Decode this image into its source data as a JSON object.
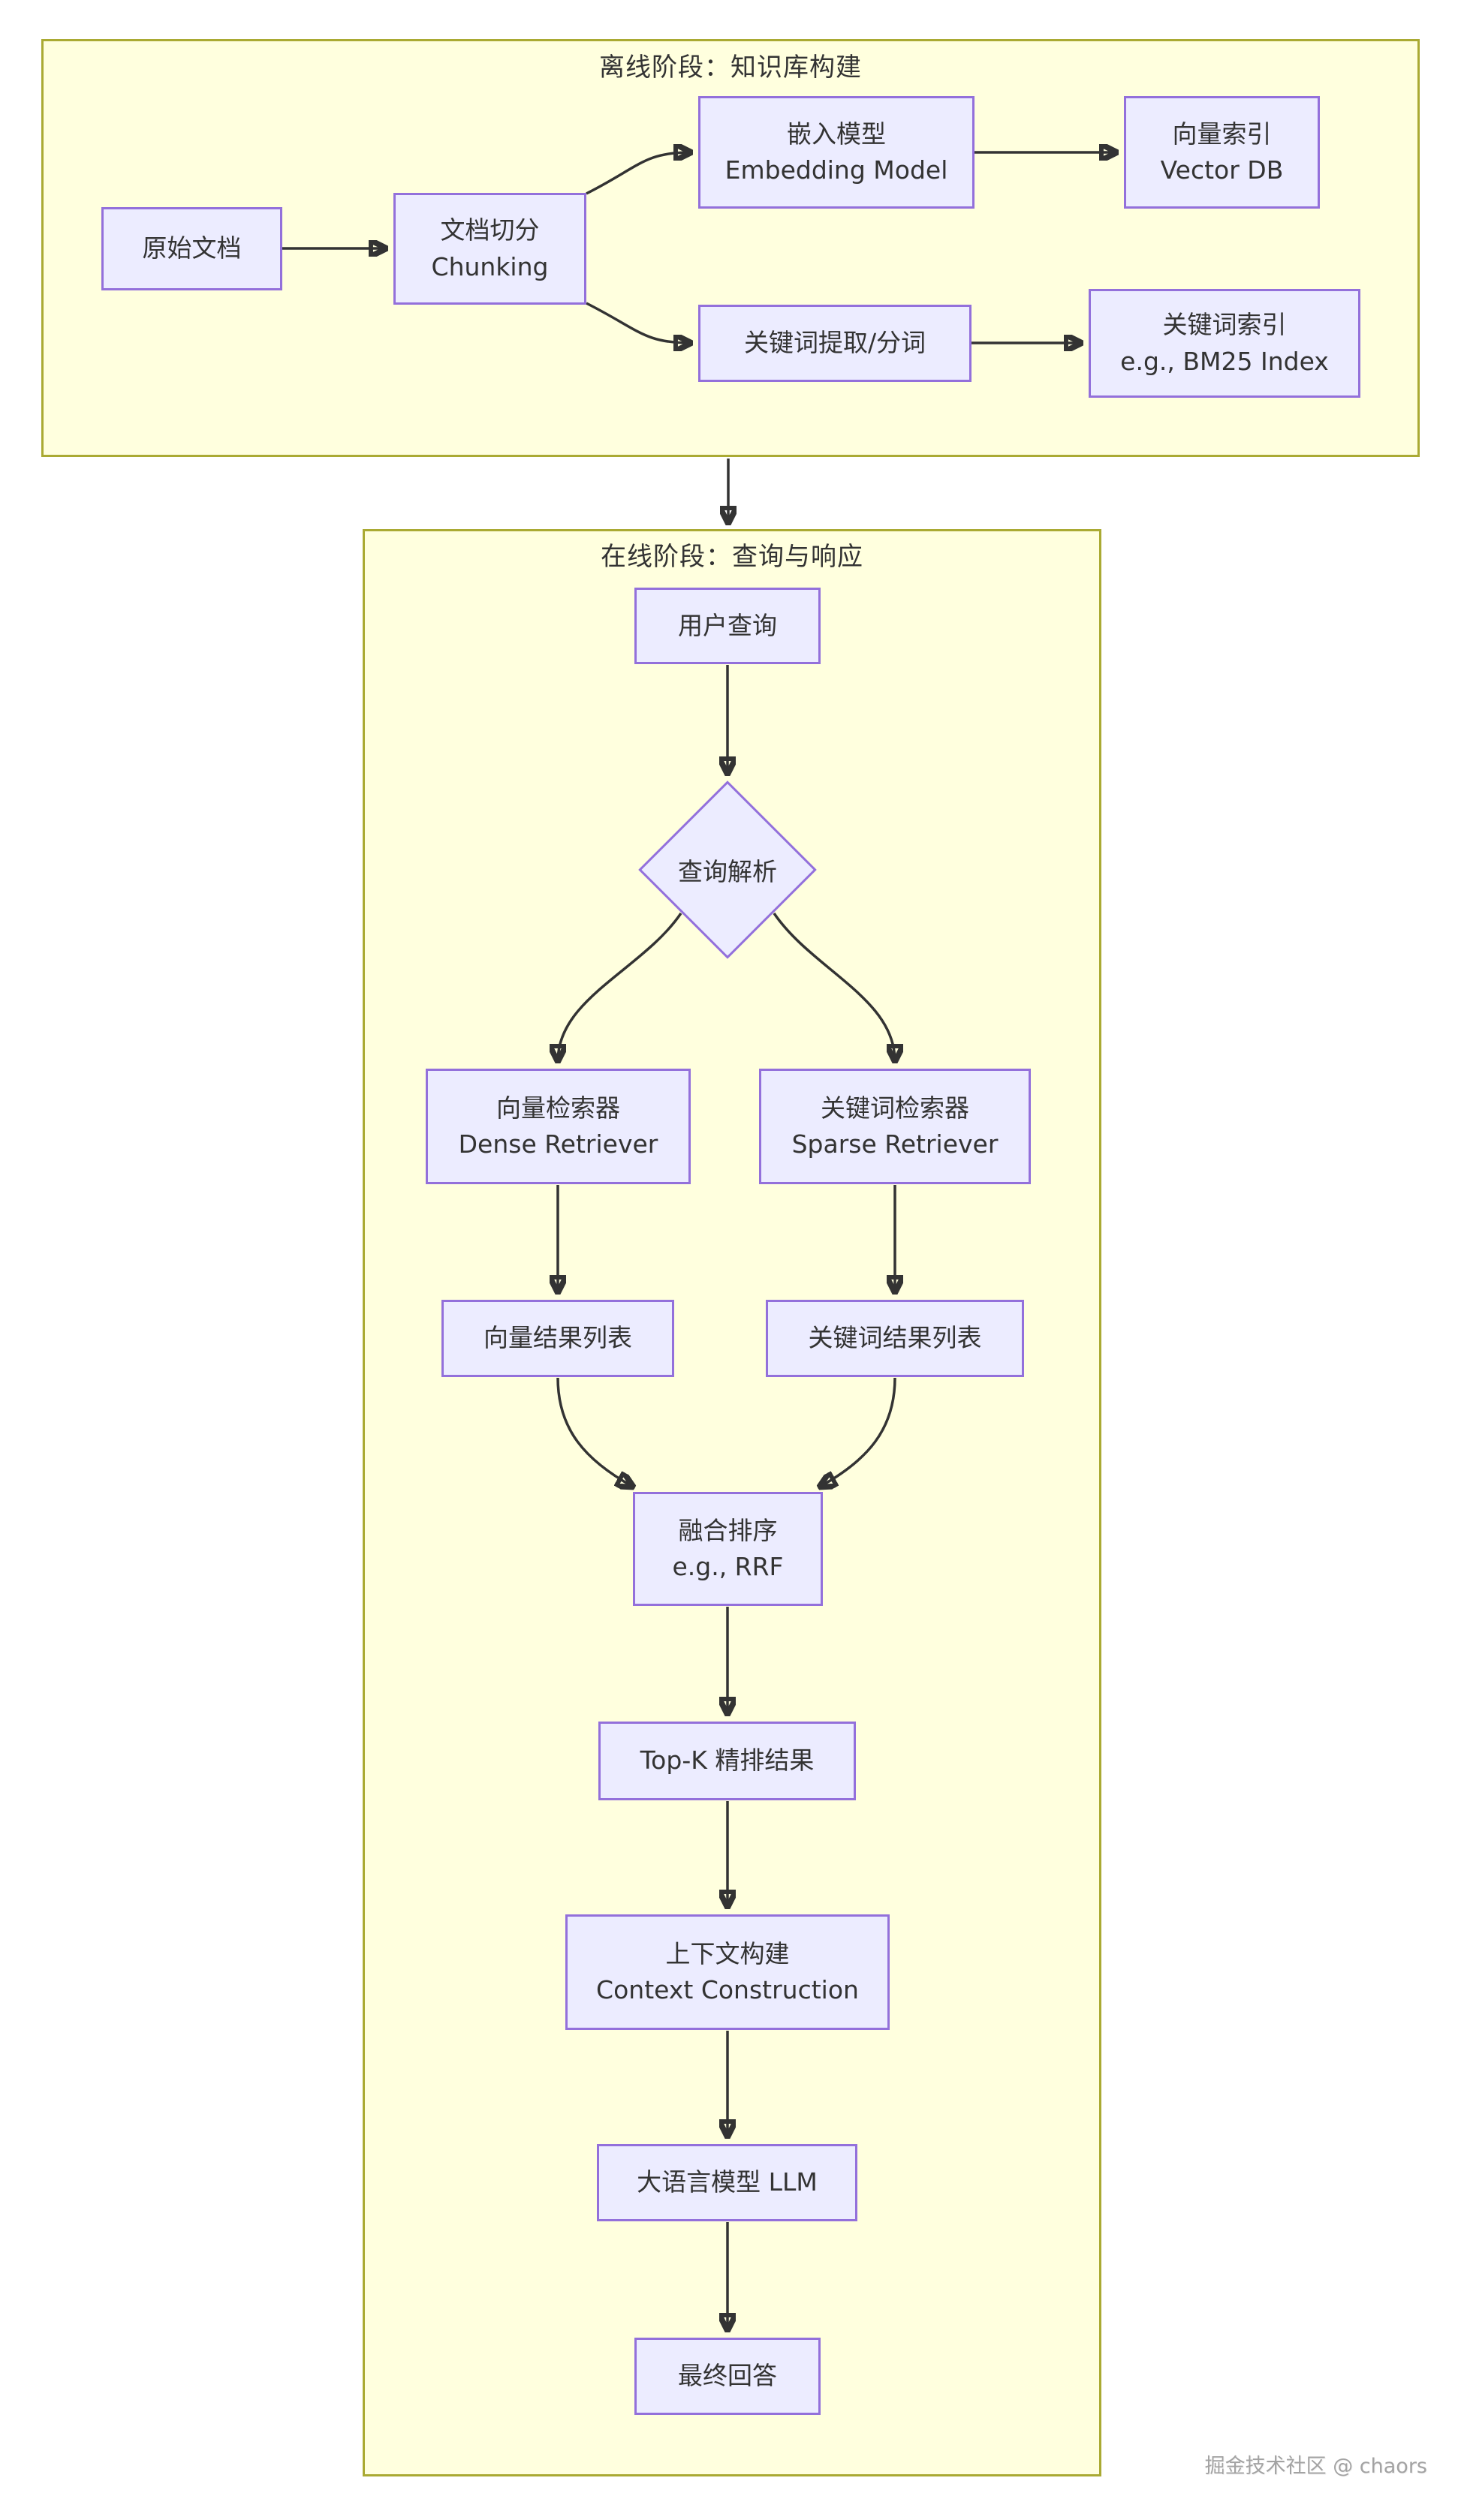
{
  "diagram": {
    "offline_section": {
      "title": "离线阶段：知识库构建"
    },
    "online_section": {
      "title": "在线阶段：查询与响应"
    },
    "nodes": {
      "raw_doc": {
        "lines": [
          "原始文档"
        ]
      },
      "chunking": {
        "lines": [
          "文档切分",
          "Chunking"
        ]
      },
      "embedding": {
        "lines": [
          "嵌入模型",
          "Embedding Model"
        ]
      },
      "vector_db": {
        "lines": [
          "向量索引",
          "Vector DB"
        ]
      },
      "keyword_extract": {
        "lines": [
          "关键词提取/分词"
        ]
      },
      "keyword_index": {
        "lines": [
          "关键词索引",
          "e.g., BM25 Index"
        ]
      },
      "user_query": {
        "lines": [
          "用户查询"
        ]
      },
      "query_parse": {
        "lines": [
          "查询解析"
        ]
      },
      "dense_retriever": {
        "lines": [
          "向量检索器",
          "Dense Retriever"
        ]
      },
      "sparse_retriever": {
        "lines": [
          "关键词检索器",
          "Sparse Retriever"
        ]
      },
      "vector_results": {
        "lines": [
          "向量结果列表"
        ]
      },
      "keyword_results": {
        "lines": [
          "关键词结果列表"
        ]
      },
      "fusion": {
        "lines": [
          "融合排序",
          "e.g., RRF"
        ]
      },
      "topk": {
        "lines": [
          "Top-K 精排结果"
        ]
      },
      "context": {
        "lines": [
          "上下文构建",
          "Context Construction"
        ]
      },
      "llm": {
        "lines": [
          "大语言模型 LLM"
        ]
      },
      "final_answer": {
        "lines": [
          "最终回答"
        ]
      }
    },
    "watermark": "掘金技术社区 @ chaors",
    "colors": {
      "node_fill": "#ececff",
      "node_border": "#9370db",
      "cluster_fill": "#ffffde",
      "cluster_border": "#aaaa33",
      "edge": "#333333",
      "text": "#333333",
      "watermark_text": "#a3a3a3"
    }
  }
}
